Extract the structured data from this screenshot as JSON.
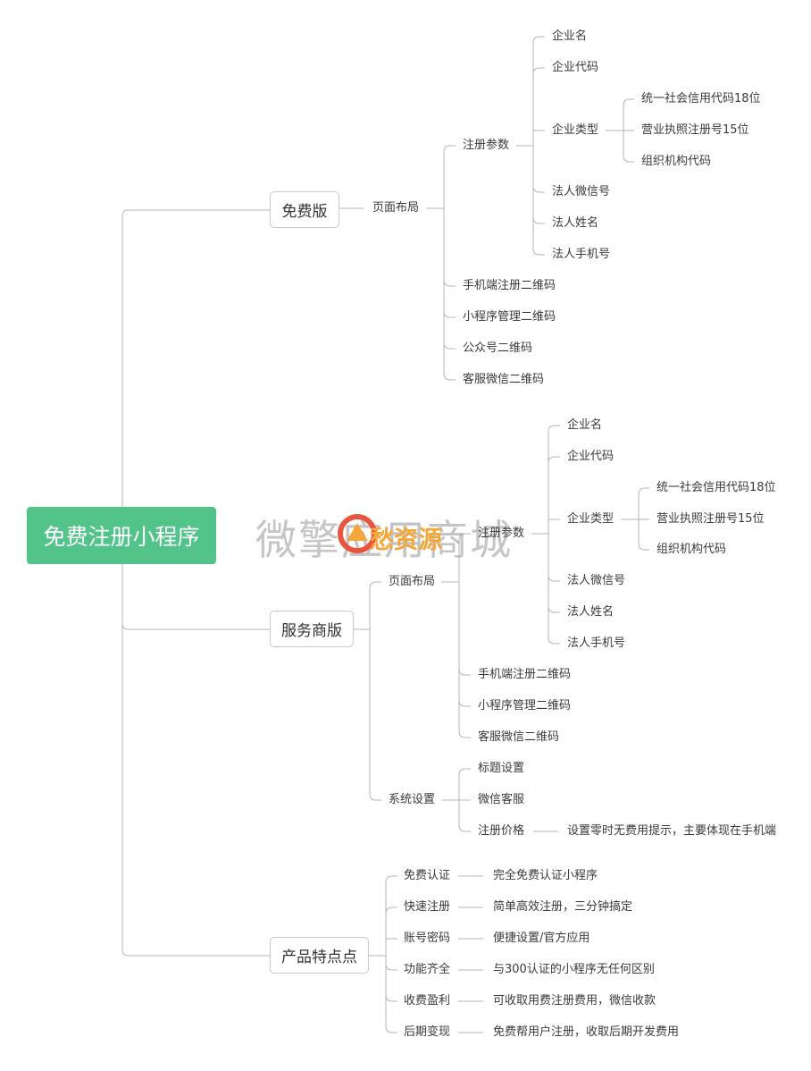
{
  "root": {
    "label": "免费注册小程序"
  },
  "watermark": {
    "text": "微擎应用商城",
    "logo_text": "愁资源"
  },
  "free": {
    "label": "免费版",
    "layout": "页面布局",
    "reg_params": "注册参数",
    "company_name": "企业名",
    "company_code": "企业代码",
    "company_type": "企业类型",
    "type_1": "统一社会信用代码18位",
    "type_2": "营业执照注册号15位",
    "type_3": "组织机构代码",
    "legal_wechat": "法人微信号",
    "legal_name": "法人姓名",
    "legal_phone": "法人手机号",
    "mobile_qr": "手机端注册二维码",
    "mp_qr": "小程序管理二维码",
    "oa_qr": "公众号二维码",
    "cs_qr": "客服微信二维码"
  },
  "provider": {
    "label": "服务商版",
    "layout": "页面布局",
    "reg_params": "注册参数",
    "company_name": "企业名",
    "company_code": "企业代码",
    "company_type": "企业类型",
    "type_1": "统一社会信用代码18位",
    "type_2": "营业执照注册号15位",
    "type_3": "组织机构代码",
    "legal_wechat": "法人微信号",
    "legal_name": "法人姓名",
    "legal_phone": "法人手机号",
    "mobile_qr": "手机端注册二维码",
    "mp_qr": "小程序管理二维码",
    "cs_qr": "客服微信二维码",
    "settings": "系统设置",
    "title_setting": "标题设置",
    "wechat_cs": "微信客服",
    "reg_price": "注册价格",
    "reg_price_note": "设置零时无费用提示，主要体现在手机端"
  },
  "features": {
    "label": "产品特点点",
    "items": [
      {
        "name": "免费认证",
        "desc": "完全免费认证小程序"
      },
      {
        "name": "快速注册",
        "desc": "简单高效注册，三分钟搞定"
      },
      {
        "name": "账号密码",
        "desc": "便捷设置/官方应用"
      },
      {
        "name": "功能齐全",
        "desc": "与300认证的小程序无任何区别"
      },
      {
        "name": "收费盈利",
        "desc": "可收取用费注册费用，微信收款"
      },
      {
        "name": "后期变现",
        "desc": "免费帮用户注册，收取后期开发费用"
      }
    ]
  },
  "colors": {
    "root_bg": "#52c48a",
    "line": "#b5b5b5",
    "box_border": "#c8c8c8",
    "logo_orange": "#f3a63a",
    "logo_red": "#e8553f"
  }
}
